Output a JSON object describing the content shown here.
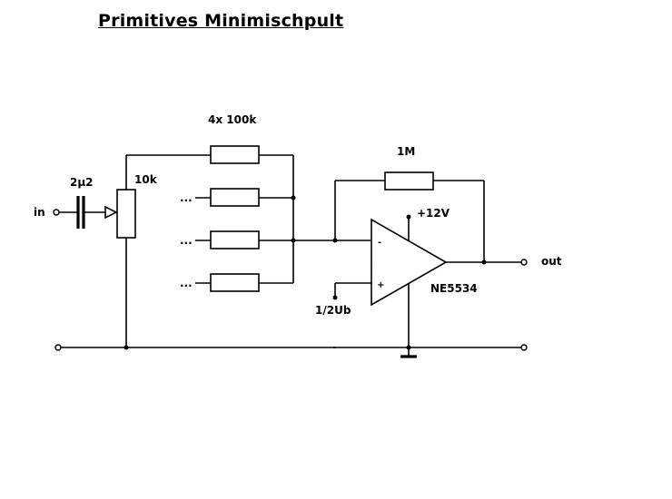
{
  "title": "Primitives Minimischpult",
  "labels": {
    "input": "in",
    "capacitor": "2µ2",
    "potentiometer": "10k",
    "input_resistors": "4x 100k",
    "feedback_resistor": "1M",
    "supply": "+12V",
    "opamp": "NE5534",
    "bias": "1/2Ub",
    "output": "out",
    "ellipsis": "...",
    "minus_sign": "-",
    "plus_sign": "+"
  }
}
